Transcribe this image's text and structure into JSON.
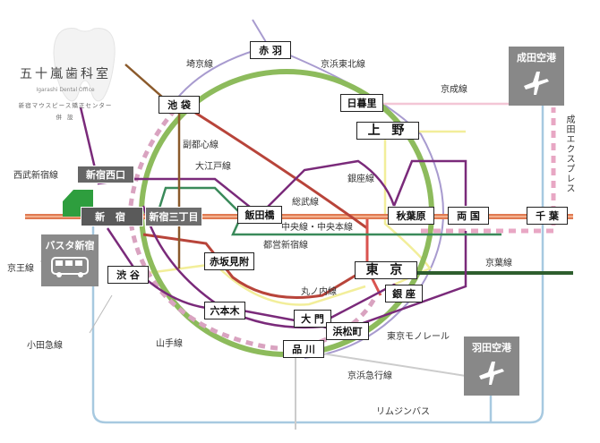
{
  "clinic": {
    "name": "五十嵐歯科室",
    "name_en": "Igarashi Dental Office",
    "subtitle": "新宿マウスピース矯正センター",
    "note": "併 設"
  },
  "stations": {
    "akabane": "赤 羽",
    "ikebukuro": "池 袋",
    "nippori": "日暮里",
    "ueno": "上 野",
    "shinjuku_nishiguchi": "新宿西口",
    "shinjuku": "新 宿",
    "shinjuku_sanchome": "新宿三丁目",
    "iidabashi": "飯田橋",
    "akihabara": "秋葉原",
    "ryogoku": "両 国",
    "chiba": "千 葉",
    "akasaka_mitsuke": "赤坂見附",
    "shibuya": "渋 谷",
    "tokyo": "東 京",
    "ginza": "銀 座",
    "roppongi": "六本木",
    "daimon": "大 門",
    "hamamatsucho": "浜松町",
    "shinagawa": "品 川"
  },
  "line_labels": {
    "saikyo": "埼京線",
    "keihin_tohoku": "京浜東北線",
    "keisei": "京成線",
    "fukutoshin": "副都心線",
    "oedo": "大江戸線",
    "seibu_shinjuku": "西武新宿線",
    "sobu": "総武線",
    "ginza_line": "銀座線",
    "chuo": "中央線・中央本線",
    "toei_shinjuku": "都営新宿線",
    "keio": "京王線",
    "keiyo": "京葉線",
    "marunouchi": "丸ノ内線",
    "odakyu": "小田急線",
    "yamanote": "山手線",
    "tokyo_monorail": "東京モノレール",
    "keikyu": "京浜急行線",
    "limousine_bus": "リムジンバス",
    "narita_express": "成田エクスプレス"
  },
  "airports": {
    "narita": "成田空港",
    "haneda": "羽田空港"
  },
  "bus_terminal": "バスタ新宿",
  "colors": {
    "yamanote": "#8dbb5c",
    "chuo_sobu": "#e07a52",
    "marunouchi": "#c0392b",
    "loop_purple": "#7a2a7a",
    "oedo": "#c2457a",
    "fukutoshin": "#8b5a2b",
    "yellow": "#f2ee9a",
    "bus": "#a7c9e0",
    "keiyo": "#2e5e2e",
    "station_dark": "#666666"
  }
}
